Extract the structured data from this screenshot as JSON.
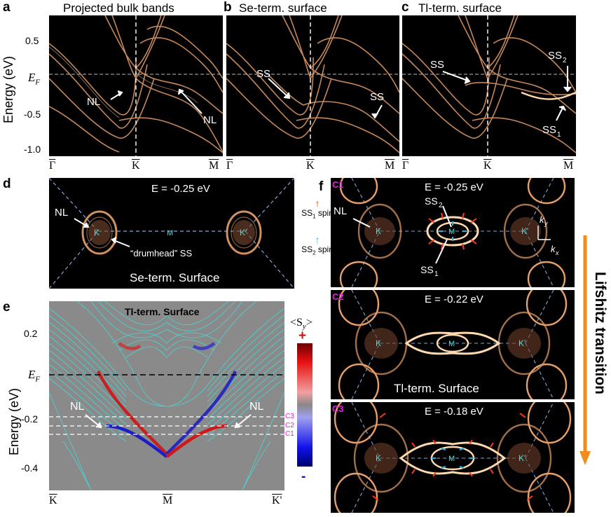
{
  "panels": {
    "a": {
      "letter": "a",
      "title": "Projected bulk bands"
    },
    "b": {
      "letter": "b",
      "title": "Se-term. surface"
    },
    "c": {
      "letter": "c",
      "title": "Tl-term. surface"
    },
    "d": {
      "letter": "d"
    },
    "e": {
      "letter": "e"
    },
    "f": {
      "letter": "f"
    }
  },
  "top_axis": {
    "ylabel": "Energy (eV)",
    "yticks": [
      "0.5",
      "-0.5",
      "-1.0"
    ],
    "ef_label": "E",
    "ef_sub": "F",
    "k_labels": [
      "Γ",
      "K",
      "M"
    ]
  },
  "annotations_top": {
    "nl": "NL",
    "ss": "SS",
    "ss2": "SS",
    "ss2_sub": "2",
    "ss1": "SS",
    "ss1_sub": "1"
  },
  "panel_d": {
    "energy": "E = -0.25 eV",
    "nl": "NL",
    "drumhead": "“drumhead” SS",
    "surface": "Se-term. Surface",
    "k_left": "K",
    "m": "M",
    "k_right": "K'"
  },
  "legend_spin": {
    "ss1": "SS",
    "ss1_sub": "1",
    "ss1_tail": " spin",
    "ss2": "SS",
    "ss2_sub": "2",
    "ss2_tail": " spin"
  },
  "panel_e": {
    "surface": "Tl-term. Surface",
    "ylabel": "Energy (eV)",
    "yticks": [
      "0.2",
      "-0.2",
      "-0.4"
    ],
    "ef_label": "E",
    "ef_sub": "F",
    "nl": "NL",
    "cuts": [
      "C3",
      "C2",
      "C1"
    ],
    "colorbar_label": "<S",
    "colorbar_sub": "y",
    "colorbar_tail": ">",
    "plus": "+",
    "minus": "-",
    "k_labels": [
      "K",
      "M",
      "K'"
    ]
  },
  "panel_f": {
    "c1": {
      "tag": "C1",
      "energy": "E = -0.25 eV"
    },
    "c2": {
      "tag": "C2",
      "energy": "E = -0.22 eV",
      "surface": "Tl-term. Surface"
    },
    "c3": {
      "tag": "C3",
      "energy": "E = -0.18 eV"
    },
    "nl": "NL",
    "ss2": "SS",
    "ss2_sub": "2",
    "ss1": "SS",
    "ss1_sub": "1",
    "ky": "k",
    "ky_sub": "y",
    "kx": "k",
    "kx_sub": "x",
    "k_left": "K",
    "m": "M",
    "k_right": "K'"
  },
  "lifshitz": "Lifshitz transition",
  "colors": {
    "band": "#e8a06a",
    "band_bright": "#ffd9b0",
    "cyan": "#3fe0e0",
    "accent_orange": "#f28c1a",
    "magenta": "#e020e0",
    "spin_red": "#ff3a1a",
    "spin_blue": "#22b0ee"
  }
}
